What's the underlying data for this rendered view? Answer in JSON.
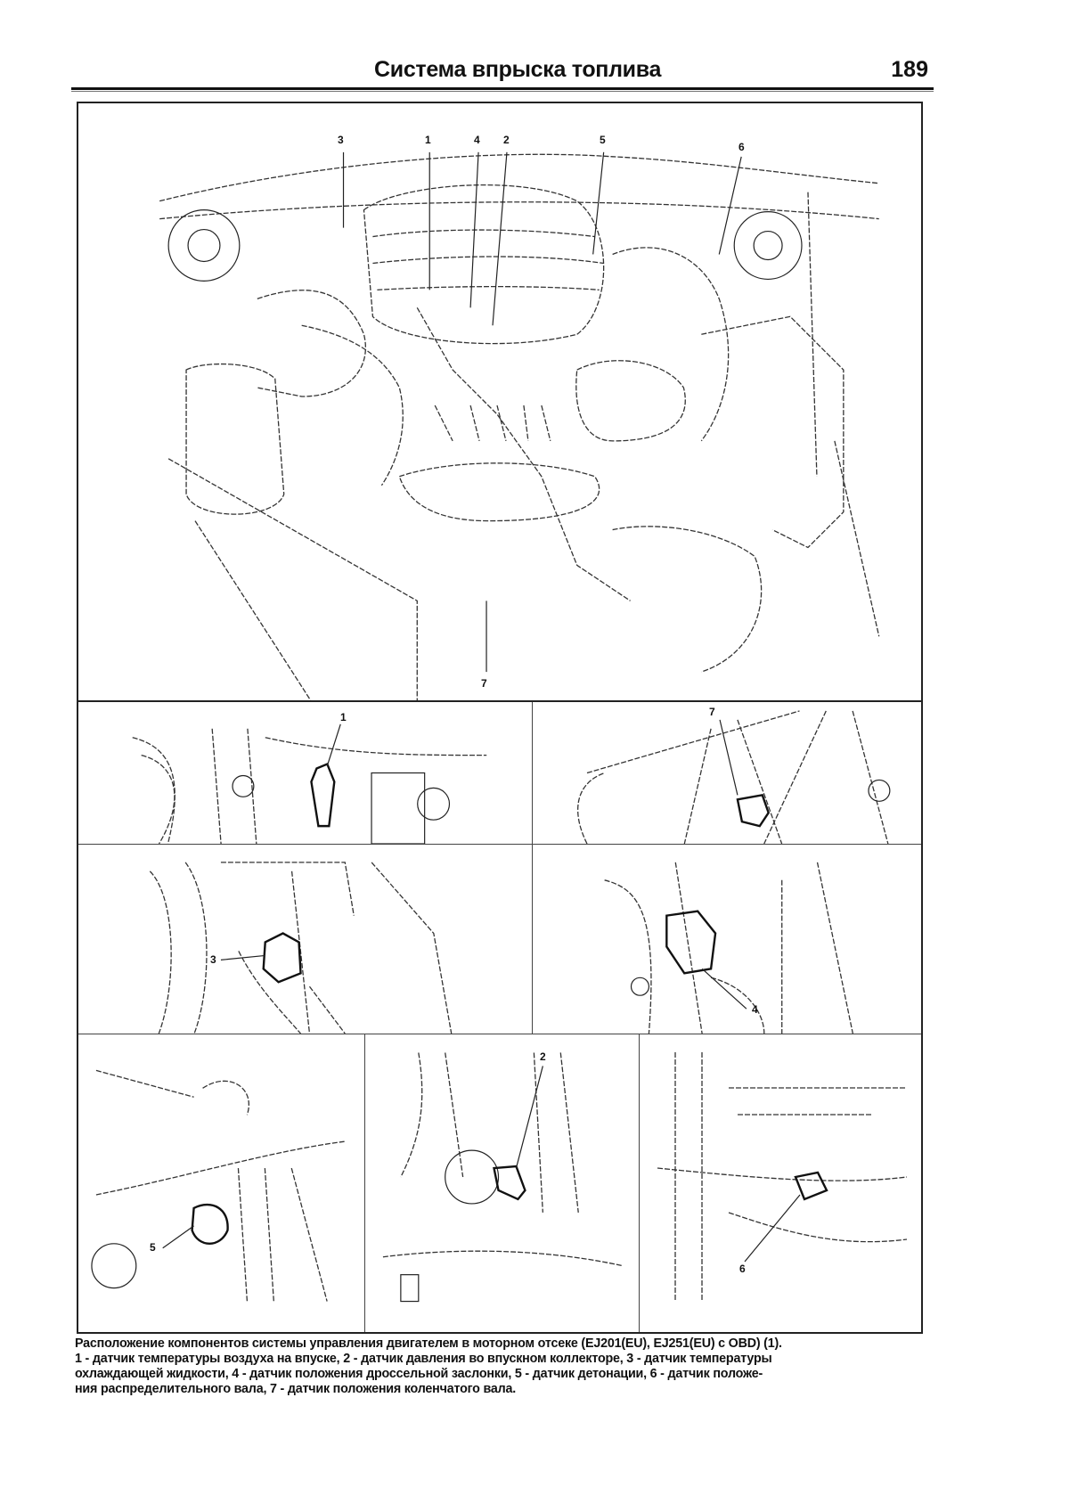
{
  "header": {
    "title": "Система впрыска топлива",
    "page_number": "189"
  },
  "figure": {
    "main_callouts": [
      "3",
      "1",
      "4",
      "2",
      "5",
      "6",
      "7"
    ],
    "detail_panels": [
      {
        "id": "intake-air-temp-sensor",
        "callout": "1"
      },
      {
        "id": "camshaft-position-sensor",
        "callout": "7"
      },
      {
        "id": "coolant-temp-sensor",
        "callout": "3"
      },
      {
        "id": "throttle-position-sensor",
        "callout": "4"
      },
      {
        "id": "knock-sensor",
        "callout": "5"
      },
      {
        "id": "manifold-pressure-sensor",
        "callout": "2"
      },
      {
        "id": "crankshaft-position-sensor",
        "callout": "6"
      }
    ]
  },
  "caption": {
    "line1": "Расположение компонентов системы управления двигателем в моторном отсеке (EJ201(EU), EJ251(EU) с OBD) (1).",
    "line2": "1 - датчик температуры воздуха на впуске, 2 - датчик давления во впускном коллекторе, 3 - датчик температуры",
    "line3": "охлаждающей жидкости, 4 - датчик положения дроссельной заслонки, 5 - датчик детонации, 6 - датчик положе-",
    "line4": "ния распределительного вала, 7 - датчик положения коленчатого вала."
  }
}
